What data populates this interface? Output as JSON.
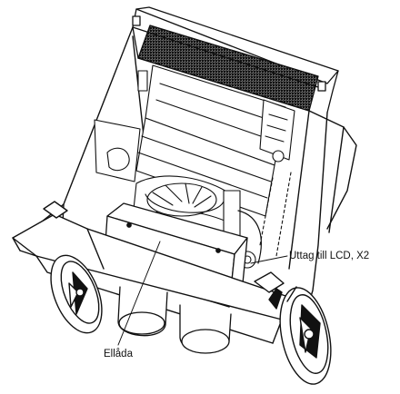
{
  "callouts": {
    "output_lcd_x2": "Uttag till LCD, X2",
    "electrical_box": "Ellåda"
  },
  "colors": {
    "line": "#111111",
    "paper": "#ffffff"
  },
  "icons": {
    "main_drawing": "wheeled-unit-line-drawing"
  }
}
